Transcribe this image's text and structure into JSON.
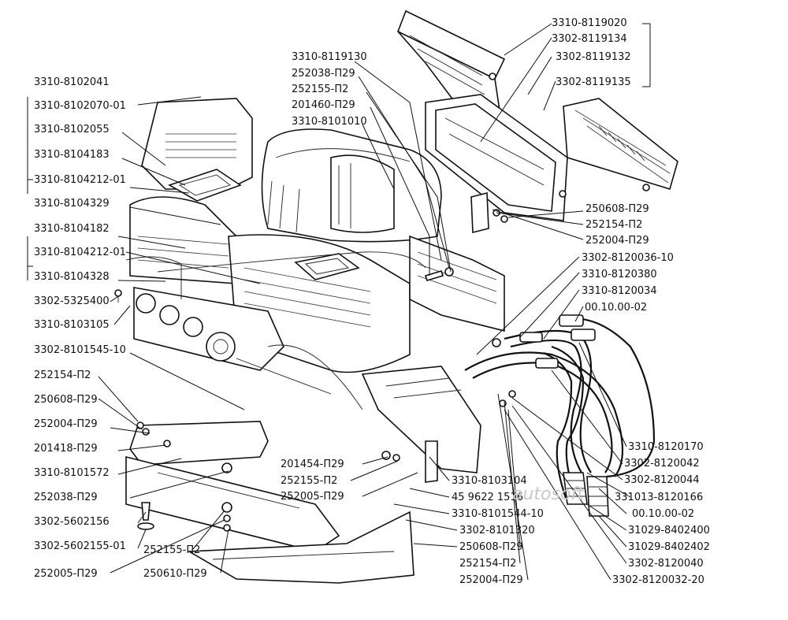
{
  "callouts": {
    "c1": "3310-8102041",
    "c2": "3310-8102070-01",
    "c3": "3310-8102055",
    "c4": "3310-8104183",
    "c5": "3310-8104212-01",
    "c6": "3310-8104329",
    "c7": "3310-8104182",
    "c8": "3310-8104212-01",
    "c9": "3310-8104328",
    "c10": "3302-5325400",
    "c11": "3310-8103105",
    "c12": "3302-8101545-10",
    "c13": "252154-П2",
    "c14": "250608-П29",
    "c15": "252004-П29",
    "c16": "201418-П29",
    "c17": "3310-8101572",
    "c18": "252038-П29",
    "c19": "3302-5602156",
    "c20": "3302-5602155-01",
    "c21": "252005-П29",
    "c22": "252155-П2",
    "c23": "250610-П29",
    "c24": "3310-8119130",
    "c25": "252038-П29",
    "c26": "252155-П2",
    "c27": "201460-П29",
    "c28": "3310-8101010",
    "c29": "3310-8119020",
    "c30": "3302-8119134",
    "c31": "3302-8119132",
    "c32": "3302-8119135",
    "c33": "250608-П29",
    "c34": "252154-П2",
    "c35": "252004-П29",
    "c36": "3302-8120036-10",
    "c37": "3310-8120380",
    "c38": "3310-8120034",
    "c39": "00.10.00-02",
    "c40": "3310-8120170",
    "c41": "3302-8120042",
    "c42": "3302-8120044",
    "c43": "331013-8120166",
    "c44": "00.10.00-02",
    "c45": "31029-8402400",
    "c46": "31029-8402402",
    "c47": "3302-8120040",
    "c48": "3302-8120032-20",
    "c49": "201454-П29",
    "c50": "252155-П2",
    "c51": "252005-П29",
    "c52": "3310-8103104",
    "c53": "45 9622 1516",
    "c54": "3310-8101544-10",
    "c55": "3302-8101320",
    "c56": "250608-П29",
    "c57": "252154-П2",
    "c58": "252004-П29"
  },
  "watermark": "autosoft"
}
